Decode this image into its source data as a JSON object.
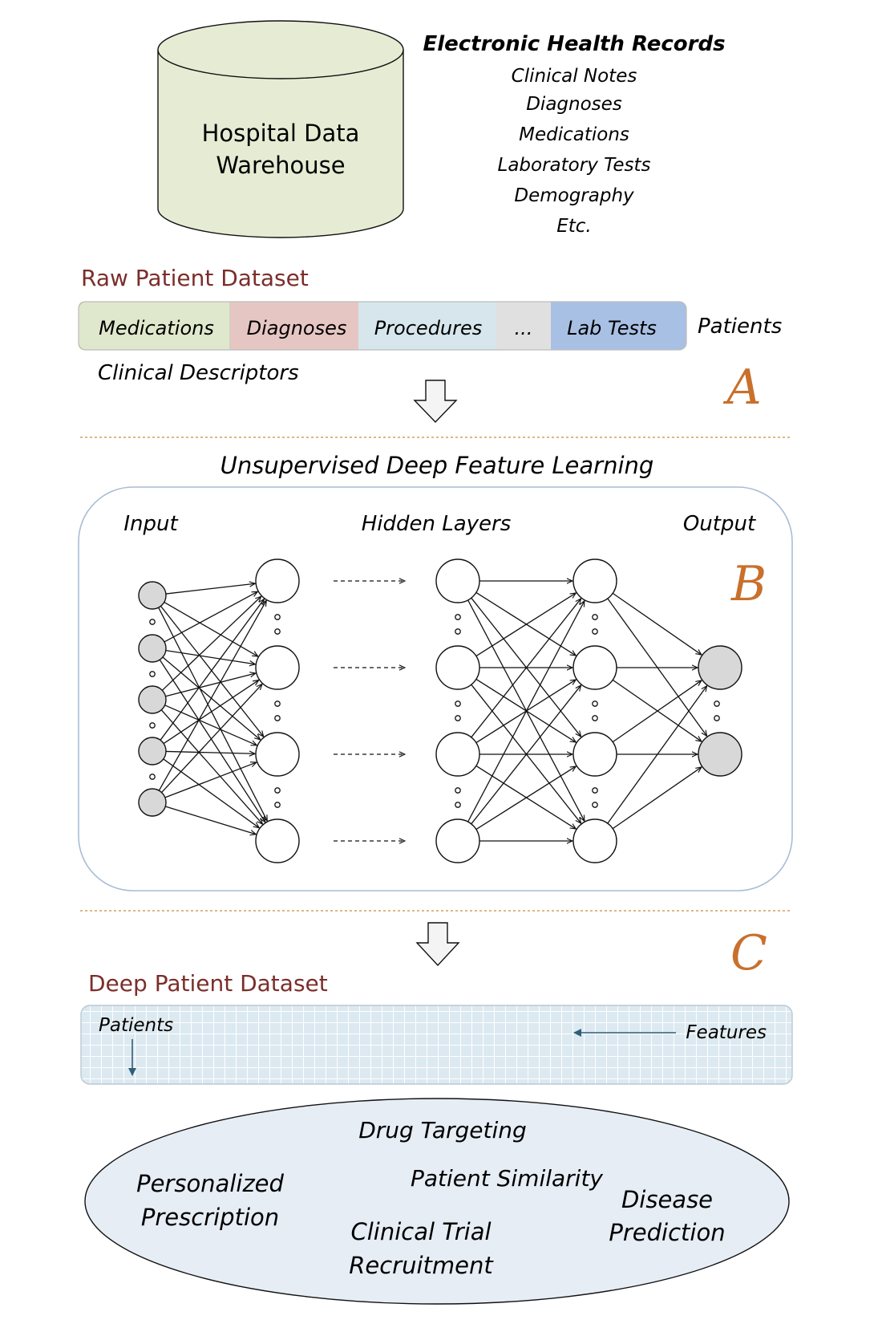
{
  "warehouse": {
    "line1": "Hospital Data",
    "line2": "Warehouse"
  },
  "ehr": {
    "title": "Electronic Health Records",
    "items": [
      "Clinical Notes",
      "Diagnoses",
      "Medications",
      "Laboratory Tests",
      "Demography",
      "Etc."
    ]
  },
  "raw_dataset": {
    "title": "Raw Patient Dataset",
    "segments": [
      {
        "label": "Medications",
        "color": "#dfe8cc"
      },
      {
        "label": "Diagnoses",
        "color": "#e6c6c3"
      },
      {
        "label": "Procedures",
        "color": "#d6e6ec"
      },
      {
        "label": "...",
        "color": "#e0e0e0"
      },
      {
        "label": "Lab Tests",
        "color": "#a8c0e4"
      }
    ],
    "row_label": "Patients",
    "col_label": "Clinical Descriptors"
  },
  "stages": {
    "a": "A",
    "b": "B",
    "c": "C"
  },
  "deep_learning": {
    "title": "Unsupervised Deep Feature Learning",
    "input_label": "Input",
    "hidden_label": "Hidden Layers",
    "output_label": "Output"
  },
  "deep_dataset": {
    "title": "Deep Patient Dataset",
    "patients_label": "Patients",
    "features_label": "Features"
  },
  "applications": {
    "drug": "Drug Targeting",
    "similarity": "Patient Similarity",
    "personalized_1": "Personalized",
    "personalized_2": "Prescription",
    "disease_1": "Disease",
    "disease_2": "Prediction",
    "trial_1": "Clinical Trial",
    "trial_2": "Recruitment"
  },
  "colors": {
    "title_red": "#7b2e2a",
    "stage_orange": "#c8702c",
    "cylinder_fill": "#e6ecd4",
    "panel_border": "#a9bcd6",
    "grid_fill": "#dce9f0",
    "ellipse_fill": "#e6edf5",
    "separator": "#d4a15a",
    "node_gray": "#d8d8d8"
  }
}
